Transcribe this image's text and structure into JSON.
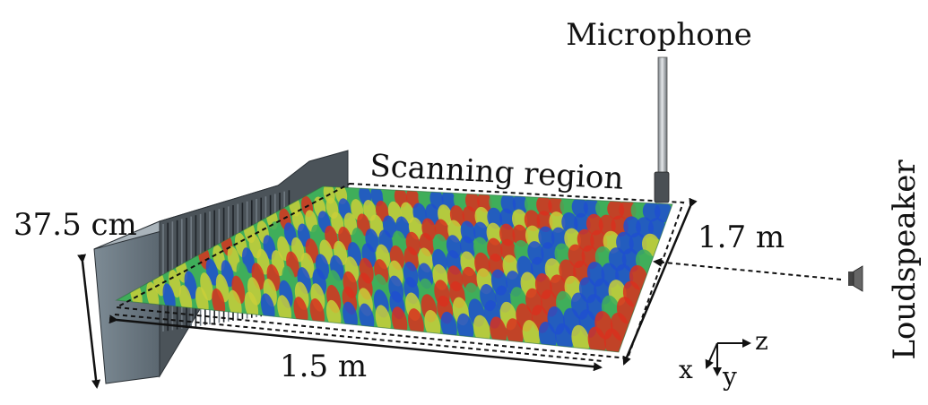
{
  "labels": {
    "microphone": "Microphone",
    "scanning_region": "Scanning region",
    "height": "37.5 cm",
    "width_x": "1.7 m",
    "length": "1.5 m",
    "source": "Loudspeaker"
  },
  "axes": {
    "x": "x",
    "y": "y",
    "z": "z"
  },
  "colors": {
    "field_red": "#d8301f",
    "field_blue": "#1f4fd0",
    "field_green": "#3fae5a",
    "field_yellow": "#c9cf3a",
    "wall": "#6f7d87",
    "wall_dark": "#3a4148",
    "mic_pole": "#b9bec2"
  }
}
